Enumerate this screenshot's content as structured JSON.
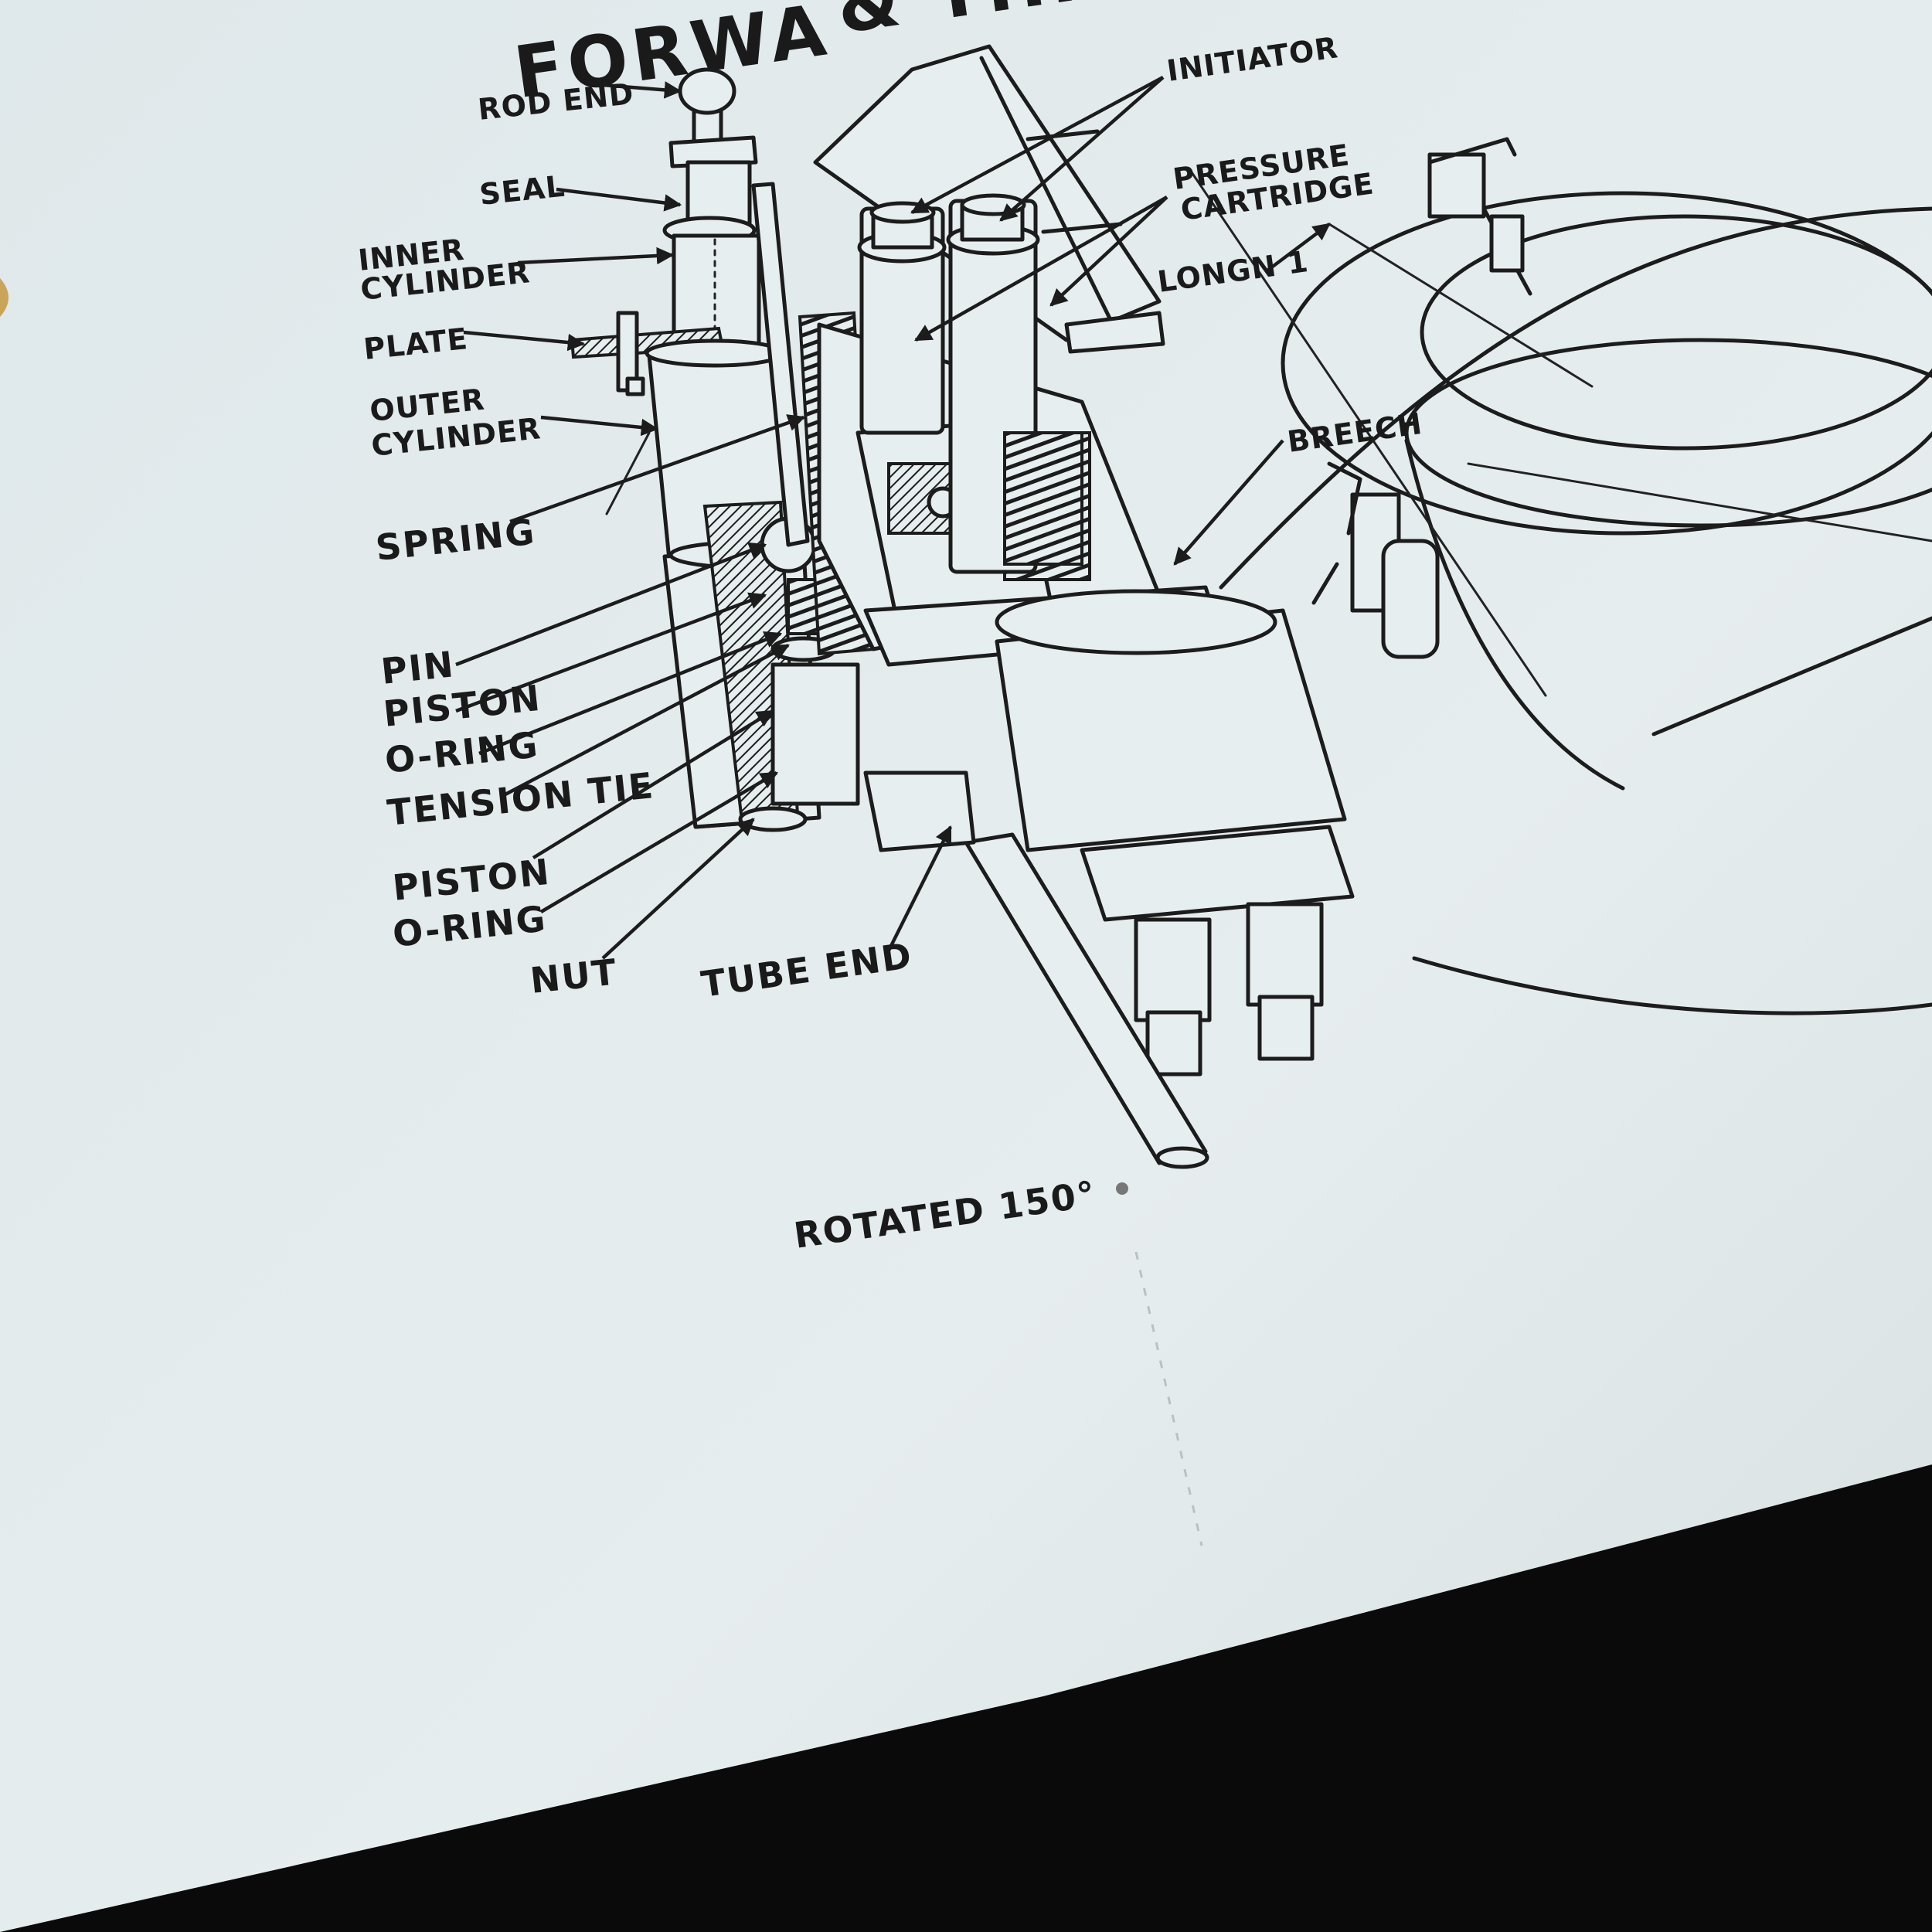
{
  "title": {
    "line1": "FORWA",
    "line2": "& THR"
  },
  "labels": {
    "rod_end": "ROD END",
    "seal": "SEAL",
    "inner_cylinder_1": "INNER",
    "inner_cylinder_2": "CYLINDER",
    "plate": "PLATE",
    "outer_cylinder_1": "OUTER",
    "outer_cylinder_2": "CYLINDER",
    "spring": "SPRING",
    "pin": "PIN",
    "piston_1": "PISTON",
    "o_ring_1": "O-RING",
    "tension_tie": "TENSION TIE",
    "piston_2": "PISTON",
    "o_ring_2": "O-RING",
    "nut": "NUT",
    "tube_end": "TUBE END",
    "initiator": "INITIATOR",
    "pressure_cartridge_1": "PRESSURE",
    "pressure_cartridge_2": "CARTRIDGE",
    "longn": "LONGN 1",
    "breech": "BREECH"
  },
  "caption": "ROTATED 150°",
  "colors": {
    "paper": "#e7eef0",
    "ink": "#1c1c1c",
    "background": "#0a0a0a"
  }
}
